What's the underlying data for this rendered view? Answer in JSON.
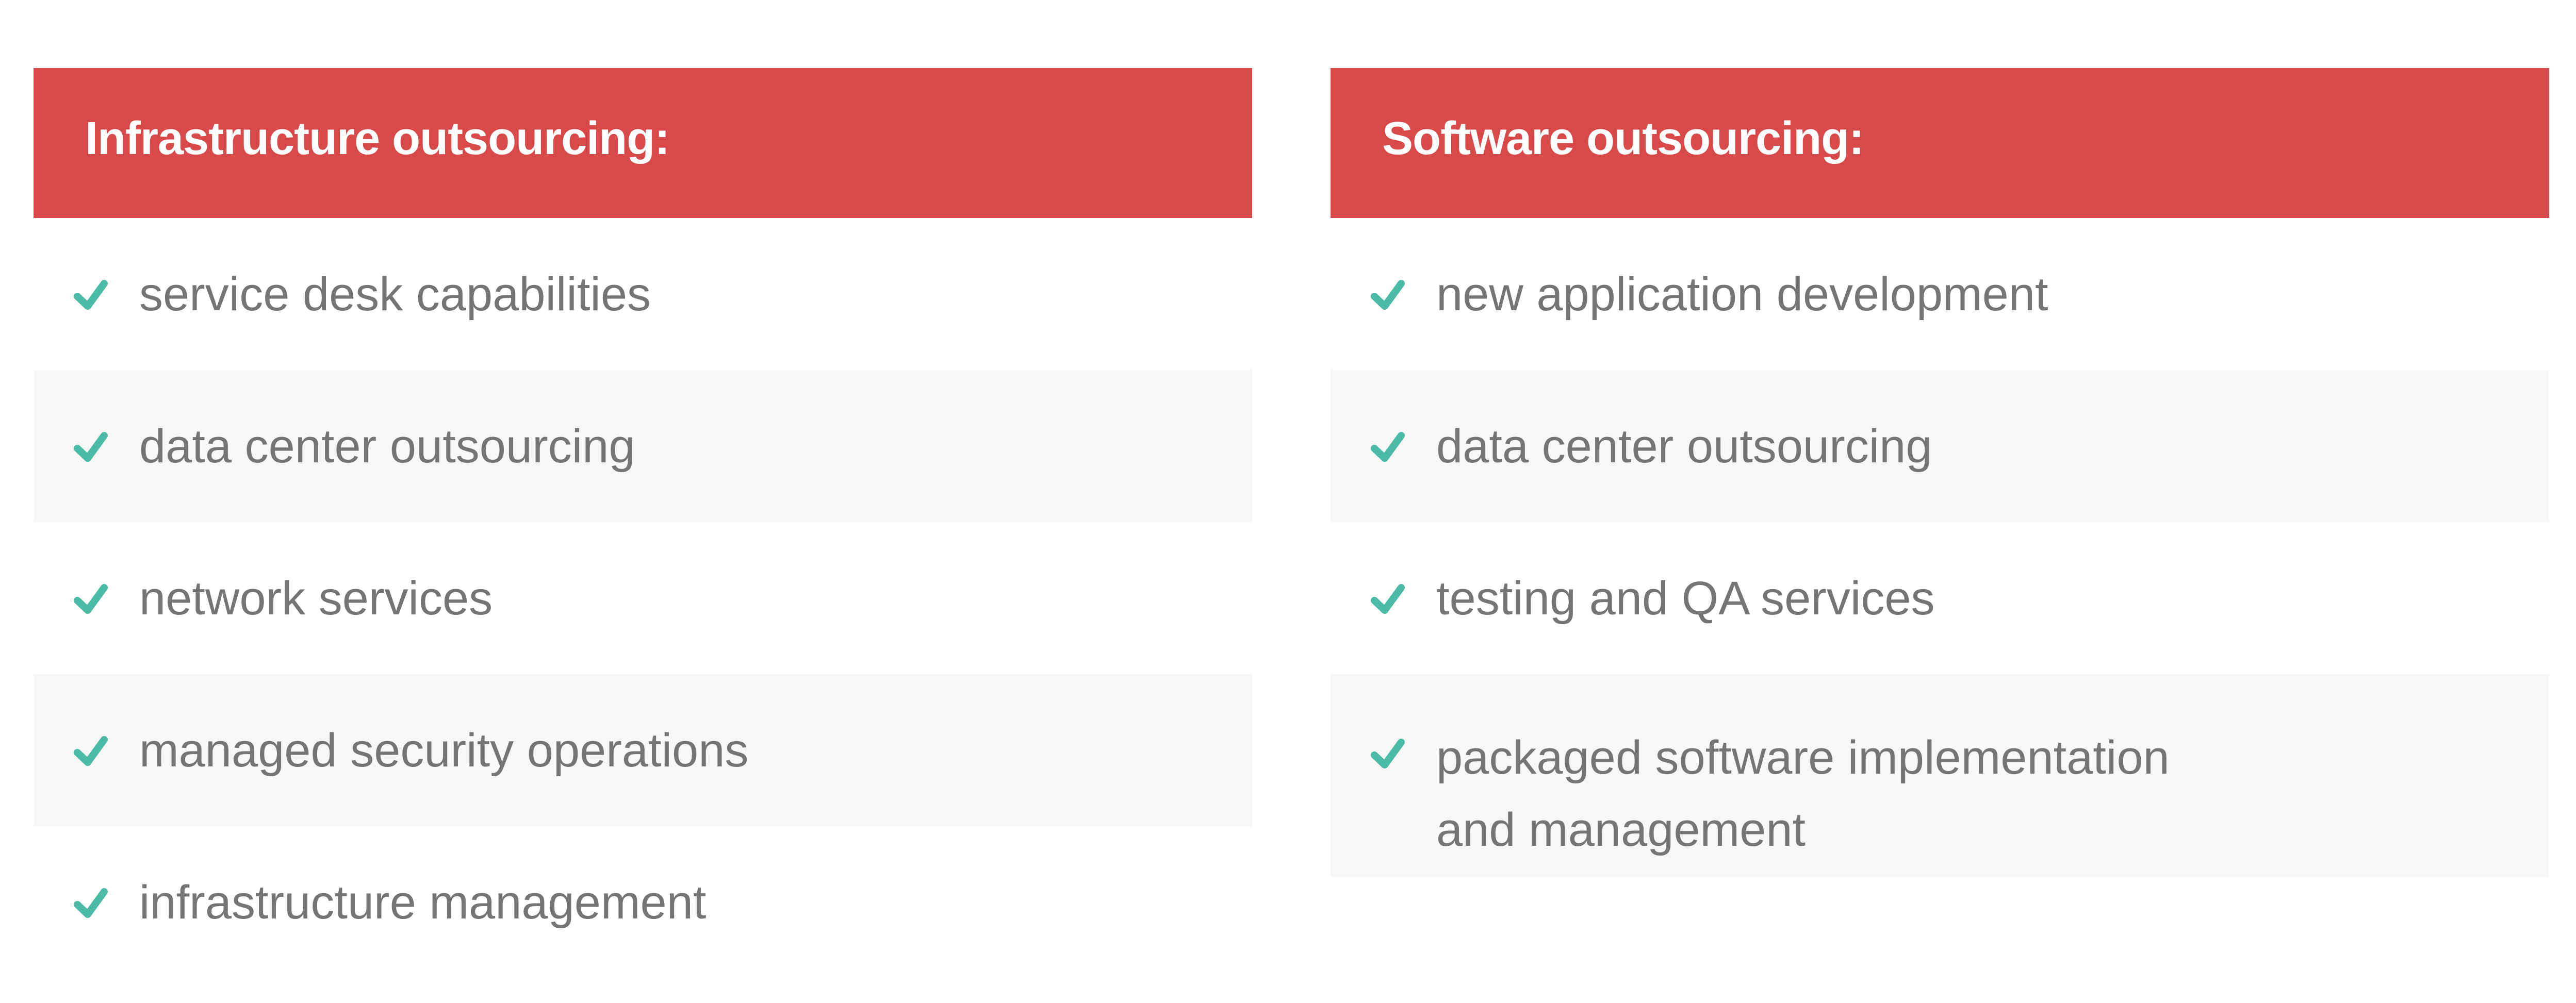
{
  "colors": {
    "header_bg": "#D84A4A",
    "header_text": "#FFFFFF",
    "check": "#4BBBA5",
    "item_text": "#757575",
    "stripe_bg": "#F7F7F7"
  },
  "panels": [
    {
      "title": "Infrastructure outsourcing:",
      "items": [
        {
          "icon": "check-icon",
          "lines": [
            "service desk capabilities"
          ]
        },
        {
          "icon": "check-icon",
          "lines": [
            "data center outsourcing"
          ]
        },
        {
          "icon": "check-icon",
          "lines": [
            "network services"
          ]
        },
        {
          "icon": "check-icon",
          "lines": [
            "managed security operations"
          ]
        },
        {
          "icon": "check-icon",
          "lines": [
            "infrastructure management"
          ]
        }
      ]
    },
    {
      "title": "Software outsourcing:",
      "items": [
        {
          "icon": "check-icon",
          "lines": [
            "new application development"
          ]
        },
        {
          "icon": "check-icon",
          "lines": [
            "data center outsourcing"
          ]
        },
        {
          "icon": "check-icon",
          "lines": [
            "testing and QA services"
          ]
        },
        {
          "icon": "check-icon",
          "lines": [
            "packaged software implementation",
            "and management"
          ]
        }
      ]
    }
  ]
}
